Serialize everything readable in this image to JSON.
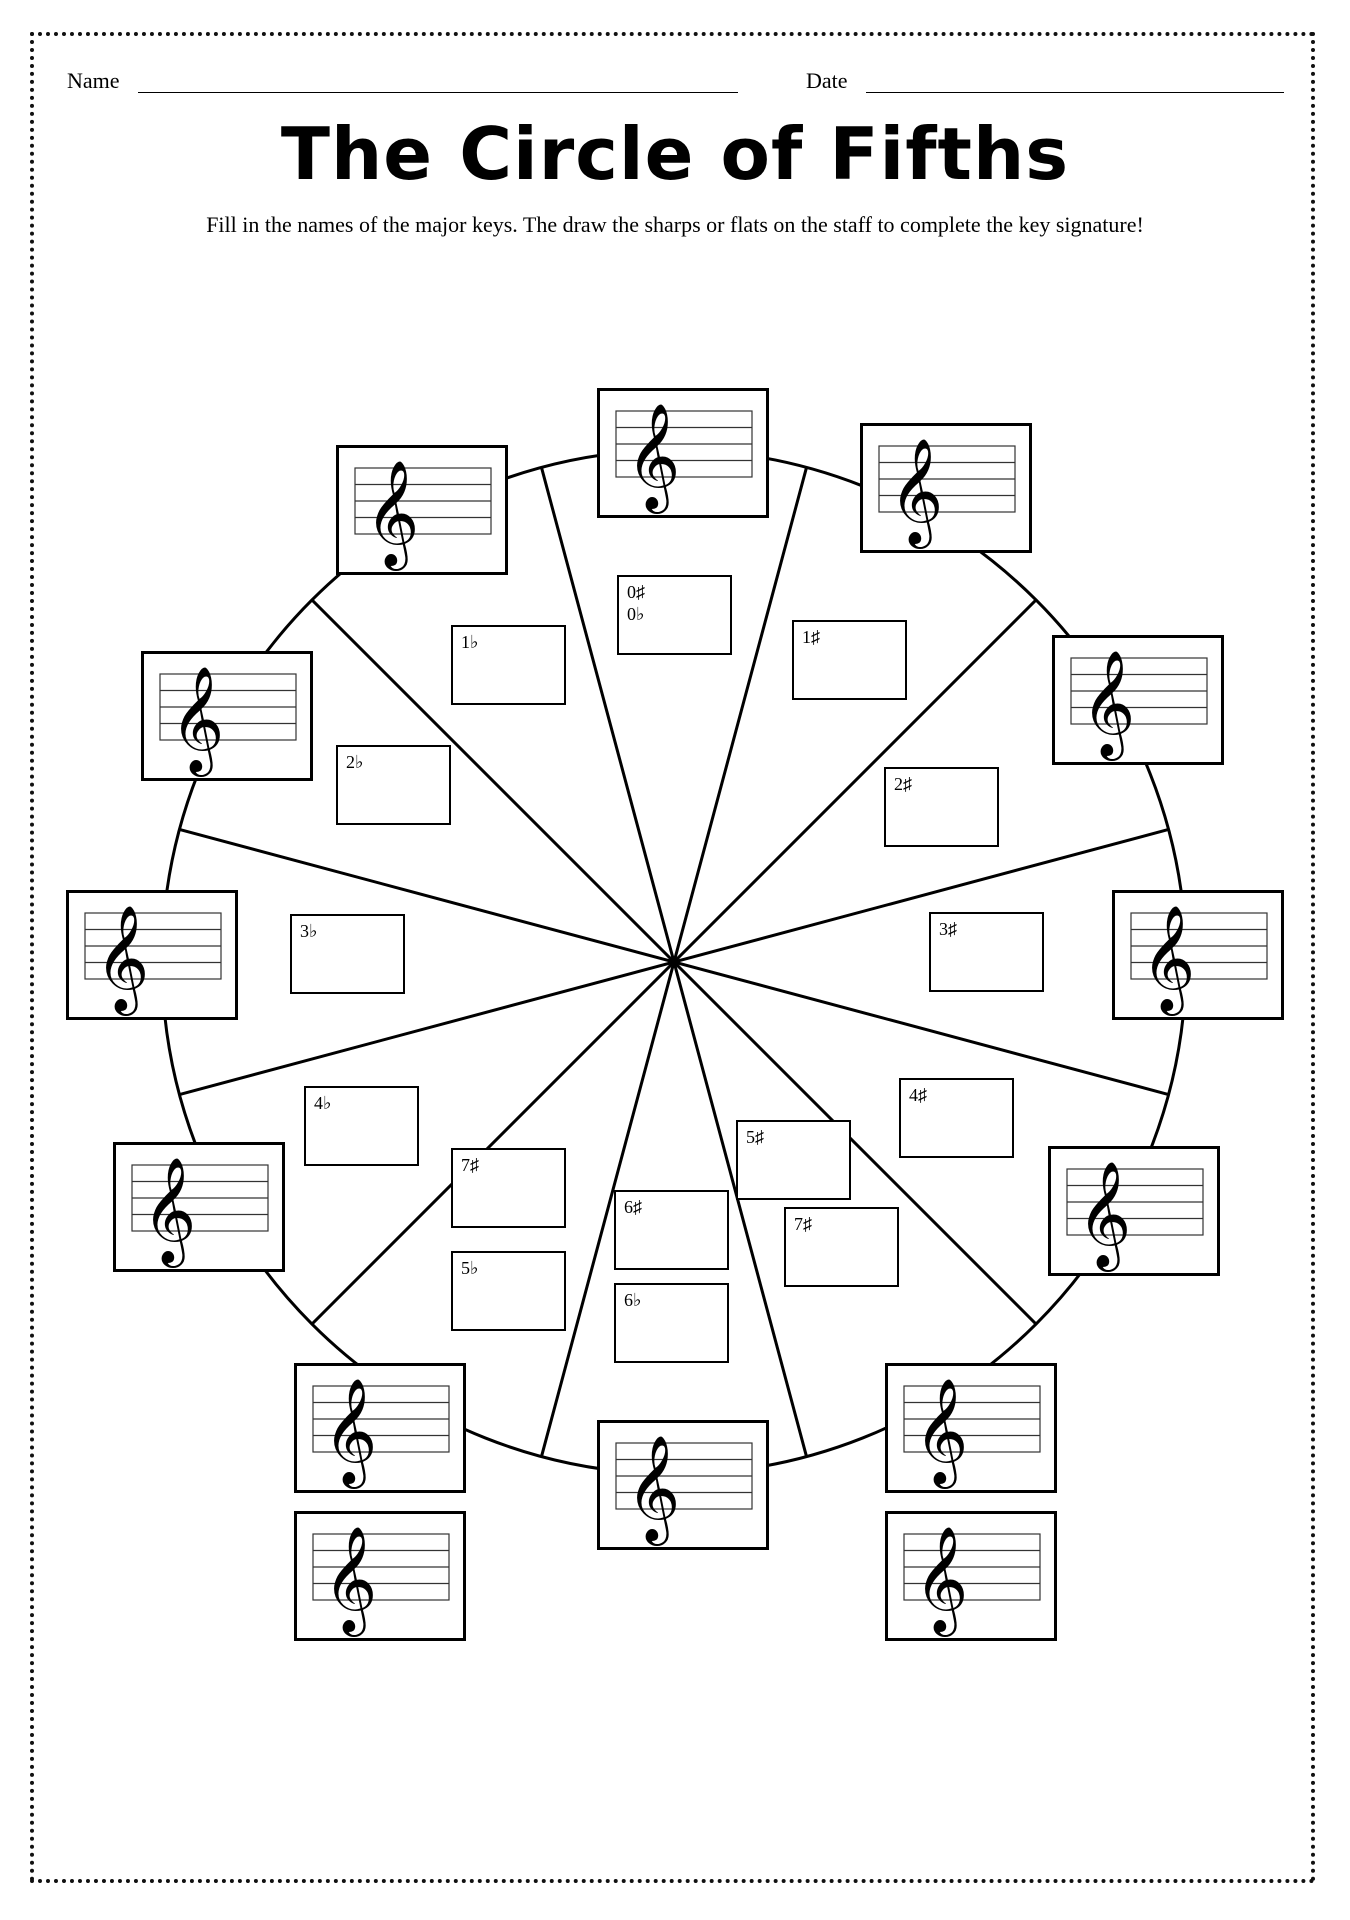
{
  "header": {
    "name_label": "Name",
    "date_label": "Date"
  },
  "title": "The Circle of Fifths",
  "instructions": "Fill in the names of the major keys. The draw the sharps or flats on the staff to complete the key signature!",
  "key_boxes": {
    "k0": [
      "0♯",
      "0♭"
    ],
    "k1s": [
      "1♯"
    ],
    "k2s": [
      "2♯"
    ],
    "k3s": [
      "3♯"
    ],
    "k4s": [
      "4♯"
    ],
    "k5s": [
      "5♯"
    ],
    "k6s": [
      "6♯"
    ],
    "k7s_right": [
      "7♯"
    ],
    "k7s_left": [
      "7♯"
    ],
    "k1f": [
      "1♭"
    ],
    "k2f": [
      "2♭"
    ],
    "k3f": [
      "3♭"
    ],
    "k4f": [
      "4♭"
    ],
    "k5f": [
      "5♭"
    ],
    "k6f": [
      "6♭"
    ]
  },
  "icons": {
    "staff_clef": "treble-clef-icon",
    "clef_glyph": "𝄞"
  }
}
